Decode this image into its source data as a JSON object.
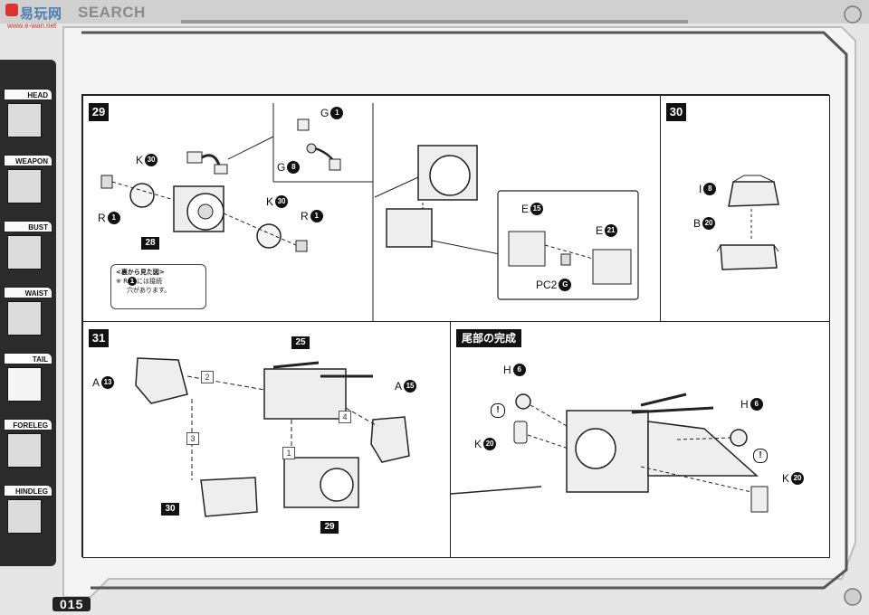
{
  "watermark": {
    "logo": "易玩网",
    "url": "www.e-wan.net"
  },
  "header": {
    "title_partial": "SEARCH"
  },
  "sidebar": {
    "items": [
      {
        "label": "HEAD",
        "icon": "head-thumb"
      },
      {
        "label": "WEAPON",
        "icon": "weapon-thumb"
      },
      {
        "label": "BUST",
        "icon": "bust-thumb"
      },
      {
        "label": "WAIST",
        "icon": "waist-thumb"
      },
      {
        "label": "TAIL",
        "icon": "tail-thumb",
        "active": true
      },
      {
        "label": "FORELEG",
        "icon": "foreleg-thumb"
      },
      {
        "label": "HINDLEG",
        "icon": "hindleg-thumb"
      }
    ]
  },
  "page_number": "015",
  "step29": {
    "number": "29",
    "labels": {
      "k30_left": {
        "letter": "K",
        "num": "30"
      },
      "r1_left": {
        "letter": "R",
        "num": "1"
      },
      "part28": "28",
      "k30_right": {
        "letter": "K",
        "num": "30"
      },
      "r1_right": {
        "letter": "R",
        "num": "1"
      },
      "g1": {
        "letter": "G",
        "num": "1"
      },
      "g8": {
        "letter": "G",
        "num": "8"
      },
      "e15": {
        "letter": "E",
        "num": "15"
      },
      "e21": {
        "letter": "E",
        "num": "21"
      },
      "pc2": {
        "letter": "PC2",
        "num": "G"
      }
    },
    "notice": {
      "head": "<裏から見た図>",
      "line1": "※ R",
      "num": "1",
      "line1_rest": "には接続",
      "line2": "穴があります。"
    }
  },
  "step30": {
    "number": "30",
    "labels": {
      "i8": {
        "letter": "I",
        "num": "8"
      },
      "b20": {
        "letter": "B",
        "num": "20"
      }
    }
  },
  "step31": {
    "number": "31",
    "labels": {
      "a13": {
        "letter": "A",
        "num": "13"
      },
      "a15": {
        "letter": "A",
        "num": "15"
      },
      "part25": "25",
      "part30": "30",
      "part29": "29"
    },
    "sequence": [
      "1",
      "2",
      "3",
      "4"
    ]
  },
  "tail_complete": {
    "title": "尾部の完成",
    "labels": {
      "h6_left": {
        "letter": "H",
        "num": "6"
      },
      "k20_left": {
        "letter": "K",
        "num": "20"
      },
      "h6_right": {
        "letter": "H",
        "num": "6"
      },
      "k20_right": {
        "letter": "K",
        "num": "20"
      }
    },
    "caution_mark": "!"
  }
}
